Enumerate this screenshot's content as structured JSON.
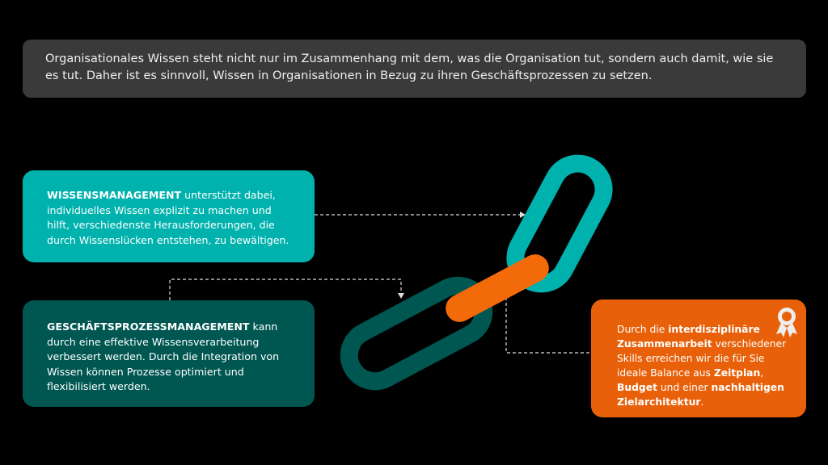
{
  "intro": {
    "text": "Organisationales Wissen steht nicht nur im Zusammenhang mit dem, was die Organisation tut, sondern auch damit, wie sie es tut. Daher ist es sinnvoll, Wissen in Organisationen in Bezug zu ihren Geschäftsprozessen zu setzen."
  },
  "wissensmanagement": {
    "title": "WISSENSMANAGEMENT",
    "text": " unterstützt dabei, individuelles Wissen explizit zu machen und hilft, verschiedenste Herausforderungen, die durch Wissenslücken entstehen, zu bewältigen."
  },
  "geschaeftsprozessmanagement": {
    "title": "GESCHÄFTSPROZESSMANAGEMENT",
    "text": " kann durch eine effektive Wissensverarbeitung verbessert werden. Durch die Integration von Wissen können Prozesse optimiert und flexibilisiert werden."
  },
  "zusammenarbeit": {
    "t1": "Durch die ",
    "b1": "interdisziplinäre Zusammenarbeit",
    "t2": " verschiedener Skills erreichen wir die für Sie ideale Balance aus ",
    "b2": "Zeitplan",
    "t3": ", ",
    "b3": "Budget",
    "t4": " und einer ",
    "b4": "nachhaltigen Zielarchitektur",
    "t5": ".",
    "icon": "award-ribbon-icon"
  },
  "colors": {
    "teal": "#00b2ad",
    "dark_teal": "#005752",
    "orange": "#f26a0a",
    "box_orange": "#e8610a",
    "gray": "#3a3a3a"
  }
}
